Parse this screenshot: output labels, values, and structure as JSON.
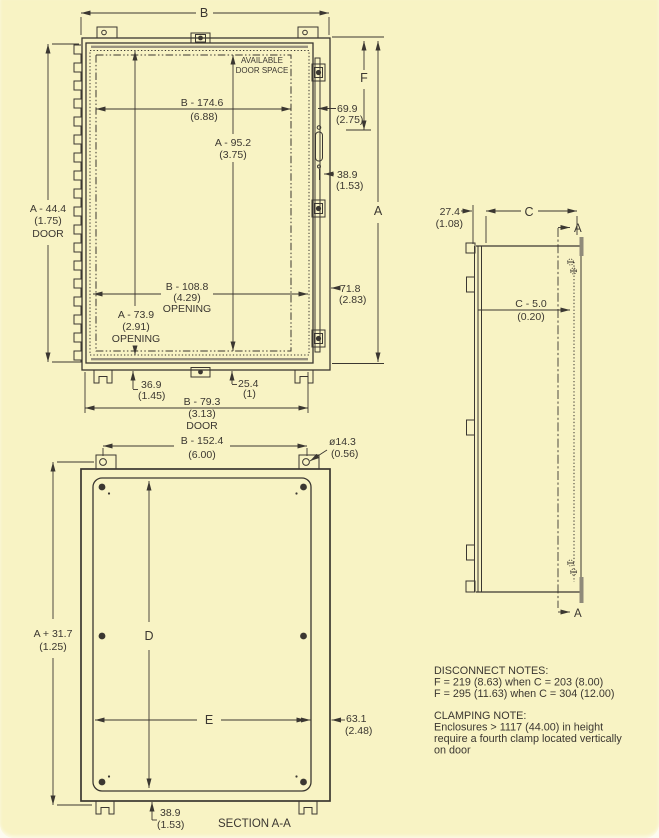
{
  "colors": {
    "background": "#f8f3c4",
    "ink": "#3b3731",
    "door_edge_gray": "#98927f"
  },
  "front_view": {
    "width_letter": "B",
    "door_space_note1": "AVAILABLE",
    "door_space_note2": "DOOR SPACE",
    "door_space_width": "B - 174.6",
    "door_space_width_in": "(6.88)",
    "door_space_height": "A - 95.2",
    "door_space_height_in": "(3.75)",
    "door_height": "A - 44.4",
    "door_height_in": "(1.75)",
    "door_height_suffix": "DOOR",
    "f_letter": "F",
    "a_letter": "A",
    "clamp_top_offset": "69.9",
    "clamp_top_offset_in": "(2.75)",
    "handle_offset": "38.9",
    "handle_offset_in": "(1.53)",
    "clamp_bottom_offset": "71.8",
    "clamp_bottom_offset_in": "(2.83)",
    "opening_width": "B - 108.8",
    "opening_width_in": "(4.29)",
    "opening_width_suffix": "OPENING",
    "opening_height": "A - 73.9",
    "opening_height_in": "(2.91)",
    "opening_height_suffix": "OPENING",
    "hinge_offset": "36.9",
    "hinge_offset_in": "(1.45)",
    "latch_offset": "25.4",
    "latch_offset_in": "(1)",
    "door_width": "B - 79.3",
    "door_width_in": "(3.13)",
    "door_width_suffix": "DOOR"
  },
  "side_view": {
    "front_depth": "27.4",
    "front_depth_in": "(1.08)",
    "depth_letter": "C",
    "section_letter_top": "A",
    "section_letter_bottom": "A",
    "panel_depth": "C - 5.0",
    "panel_depth_in": "(0.20)"
  },
  "section_view": {
    "mount_width": "B - 152.4",
    "mount_width_in": "(6.00)",
    "hole_dia": "ø14.3",
    "hole_dia_in": "(0.56)",
    "mount_height": "A + 31.7",
    "mount_height_in": "(1.25)",
    "d_letter": "D",
    "e_letter": "E",
    "panel_gap": "63.1",
    "panel_gap_in": "(2.48)",
    "stud_offset": "38.9",
    "stud_offset_in": "(1.53)",
    "title": "SECTION A-A"
  },
  "notes": {
    "disconnect_title": "DISCONNECT NOTES:",
    "disconnect_1": "F = 219 (8.63) when C = 203 (8.00)",
    "disconnect_2": "F = 295 (11.63) when C = 304 (12.00)",
    "clamping_title": "CLAMPING NOTE:",
    "clamping_1": "Enclosures > 1117 (44.00) in height",
    "clamping_2": "require a fourth clamp located vertically",
    "clamping_3": "on door"
  }
}
